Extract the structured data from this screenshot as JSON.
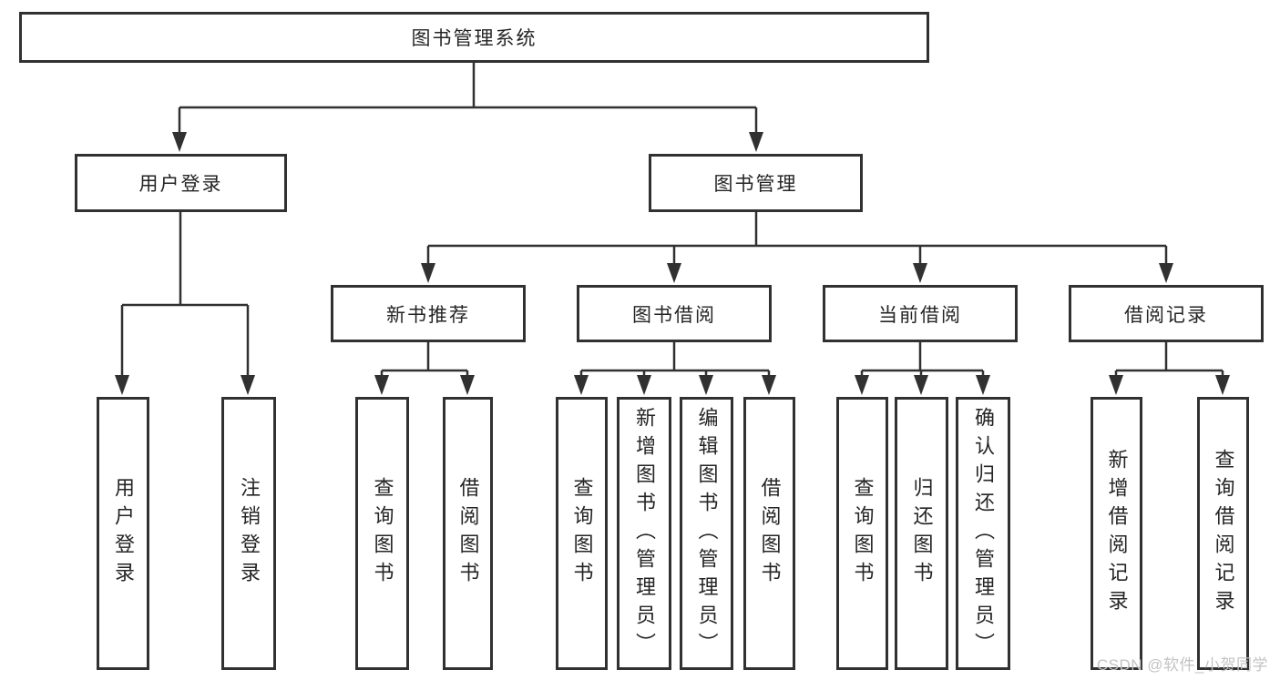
{
  "tree": {
    "label": "图书管理系统",
    "children": [
      {
        "label": "用户登录",
        "children": [
          {
            "label": "用户登录"
          },
          {
            "label": "注销登录"
          }
        ]
      },
      {
        "label": "图书管理",
        "children": [
          {
            "label": "新书推荐",
            "children": [
              {
                "label": "查询图书"
              },
              {
                "label": "借阅图书"
              }
            ]
          },
          {
            "label": "图书借阅",
            "children": [
              {
                "label": "查询图书"
              },
              {
                "label": "新增图书（管理员）"
              },
              {
                "label": "编辑图书（管理员）"
              },
              {
                "label": "借阅图书"
              }
            ]
          },
          {
            "label": "当前借阅",
            "children": [
              {
                "label": "查询图书"
              },
              {
                "label": "归还图书"
              },
              {
                "label": "确认归还（管理员）"
              }
            ]
          },
          {
            "label": "借阅记录",
            "children": [
              {
                "label": "新增借阅记录"
              },
              {
                "label": "查询借阅记录"
              }
            ]
          }
        ]
      }
    ]
  },
  "watermark": {
    "text": "CSDN @软件_小贺同学",
    "color": "#c3c3c3"
  },
  "colors": {
    "line": "#313131",
    "border": "#313131",
    "text": "#252525",
    "background": "#ffffff"
  }
}
